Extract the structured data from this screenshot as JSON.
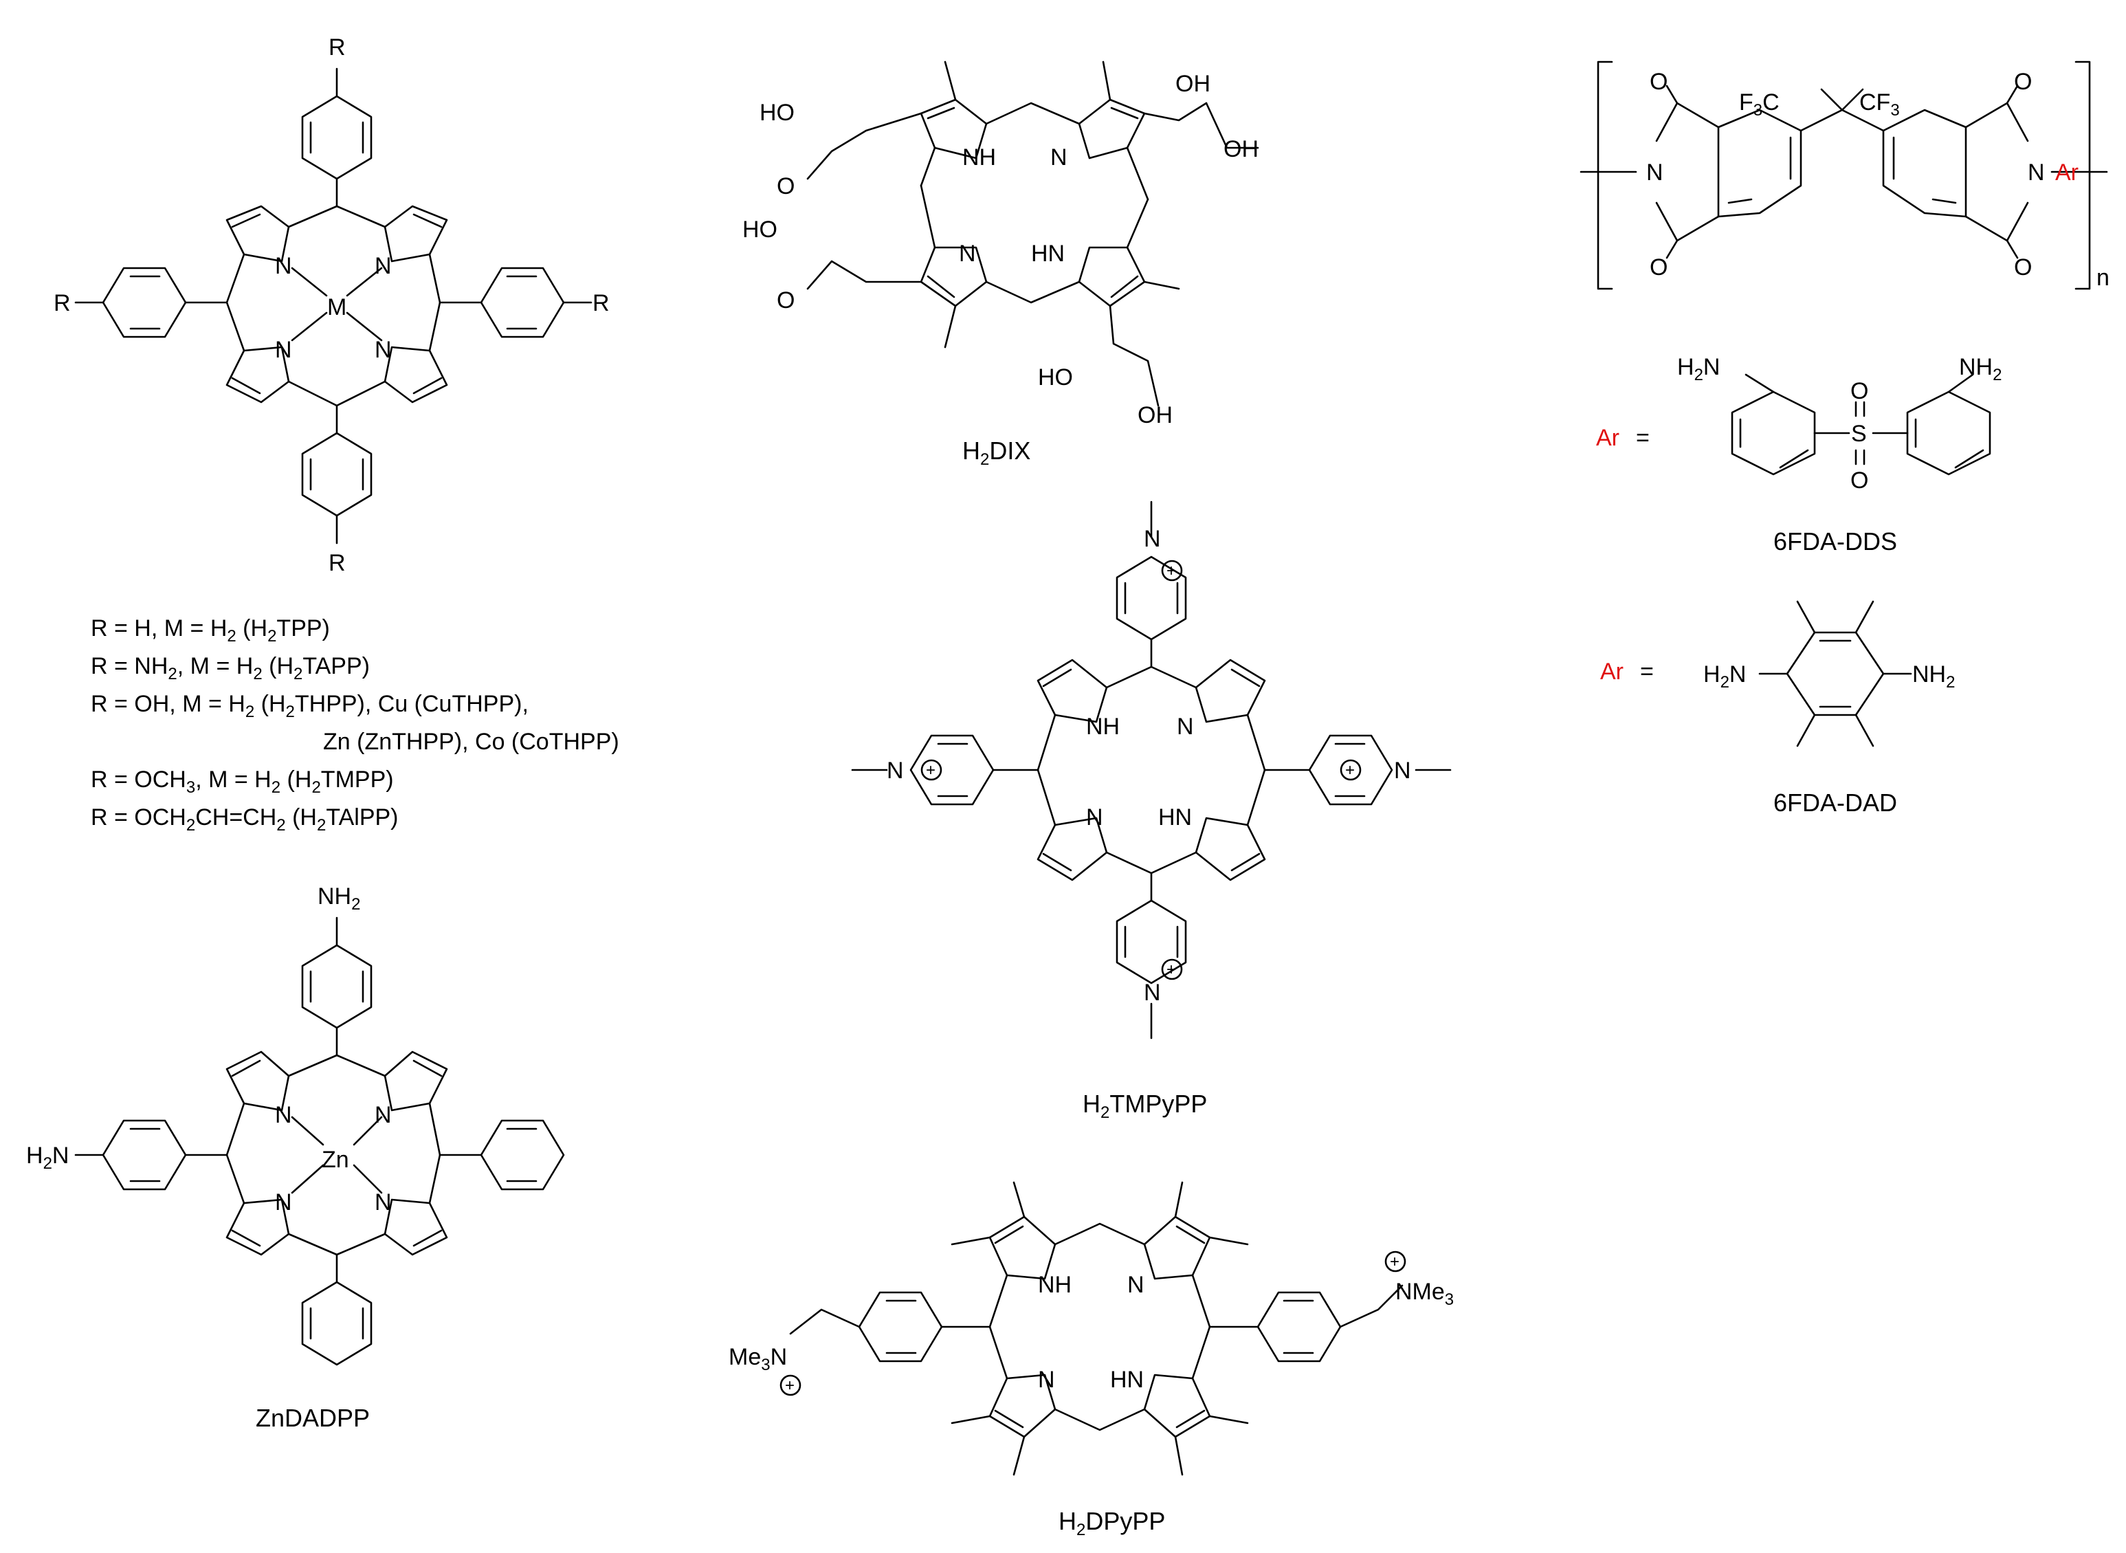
{
  "colors": {
    "ink": "#000000",
    "accent_red": "#e01010",
    "background": "#ffffff"
  },
  "porphyrin_series": {
    "substituent_R": "R",
    "metal_M": "M",
    "legend": [
      {
        "prefix": "R = H, M = H",
        "s1": "2",
        "mid": " (H",
        "s2": "2",
        "suffix": "TPP)"
      },
      {
        "prefix": "R =  NH",
        "s1": "2",
        "mid": ", M = H",
        "s2": "2",
        "mid2": " (H",
        "s3": "2",
        "suffix": "TAPP)"
      },
      {
        "prefix": "R =  OH, M = H",
        "s1": "2",
        "mid": " (H",
        "s2": "2",
        "suffix": "THPP), Cu (CuTHPP),"
      },
      {
        "text": "Zn (ZnTHPP), Co (CoTHPP)"
      },
      {
        "prefix": "R = OCH",
        "s1": "3",
        "mid": ", M = H",
        "s2": "2",
        "mid2": " (H",
        "s3": "2",
        "suffix": "TMPP)"
      },
      {
        "prefix": "R = OCH",
        "s1": "2",
        "mid": "CH=CH",
        "s2": "2",
        "mid2": " (H",
        "s3": "2",
        "suffix": "TAlPP)"
      }
    ]
  },
  "h2dix": {
    "caption_main": "H",
    "caption_sub": "2",
    "caption_rest": "DIX",
    "ho": "HO",
    "oh": "OH",
    "o": "O",
    "nh": "NH",
    "n": "N",
    "hn": "HN"
  },
  "polyimide": {
    "cf3_left": "F",
    "cf3_left_sub": "3",
    "cf3_left_c": "C",
    "cf3_right": "CF",
    "cf3_right_sub": "3",
    "o": "O",
    "n": "N",
    "ar": "Ar",
    "repeat": "n"
  },
  "dds": {
    "ar_label": "Ar",
    "equals": "=",
    "nh2": "NH",
    "h2n": "H",
    "two": "2",
    "n_letter": "N",
    "s": "S",
    "o": "O",
    "caption": "6FDA-DDS"
  },
  "dad": {
    "ar_label": "Ar",
    "equals": "=",
    "caption": "6FDA-DAD"
  },
  "tmpypp": {
    "caption_main": "H",
    "caption_sub": "2",
    "caption_rest": "TMPyPP",
    "plus": "+"
  },
  "zndadpp": {
    "caption": "ZnDADPP",
    "metal": "Zn"
  },
  "dpypp": {
    "caption_main": "H",
    "caption_sub": "2",
    "caption_rest": "DPyPP",
    "nme": "NMe",
    "me": "Me",
    "three": "3"
  }
}
